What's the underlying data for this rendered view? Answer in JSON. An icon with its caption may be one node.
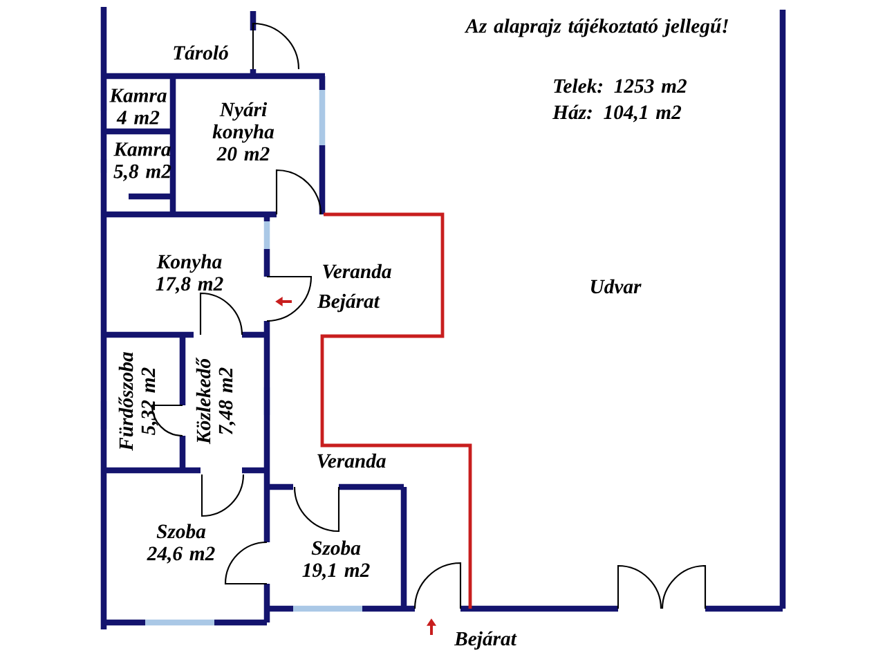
{
  "diagram": {
    "labels": [
      "Tároló",
      "Az alaprajz tájékoztató jellegű!",
      "Kamra 4 m2",
      "Nyári konyha 20 m2",
      "Telek: 1253 m2",
      "Ház: 104,1 m2",
      "Kamra 5,8 m2",
      "Konyha 17,8 m2",
      "Veranda",
      "Bejárat",
      "Udvar",
      "Fürdőszoba 5,32 m2",
      "Közlekedő 7,48 m2",
      "Veranda",
      "Szoba 24,6 m2",
      "Szoba 19,1 m2",
      "Bejárat"
    ]
  }
}
